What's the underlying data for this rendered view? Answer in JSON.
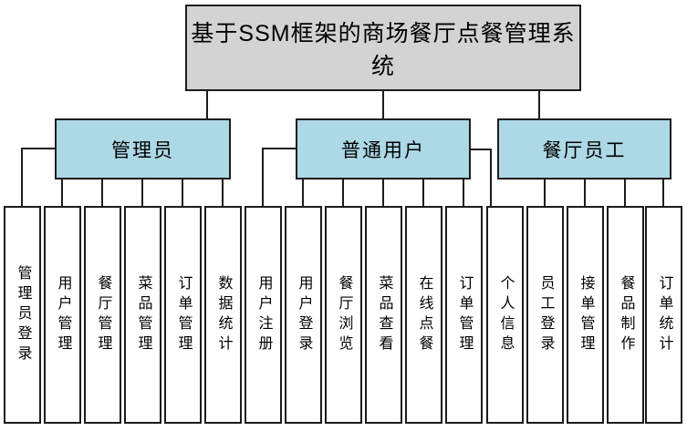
{
  "diagram": {
    "title": "基于SSM框架的商场餐厅点餐管理系统",
    "colors": {
      "root_fill": "#d3d3d3",
      "branch_fill": "#add8e6",
      "leaf_fill": "#ffffff",
      "line": "#1c1c1c"
    },
    "branches": [
      {
        "label": "管理员",
        "leaves": [
          "管理员登录",
          "用户管理",
          "餐厅管理",
          "菜品管理",
          "订单管理",
          "数据统计"
        ]
      },
      {
        "label": "普通用户",
        "leaves": [
          "用户注册",
          "用户登录",
          "餐厅浏览",
          "菜品查看",
          "在线点餐",
          "订单管理"
        ]
      },
      {
        "label": "餐厅员工",
        "leaves": [
          "个人信息",
          "员工登录",
          "接单管理",
          "餐品制作",
          "订单统计"
        ]
      }
    ]
  }
}
